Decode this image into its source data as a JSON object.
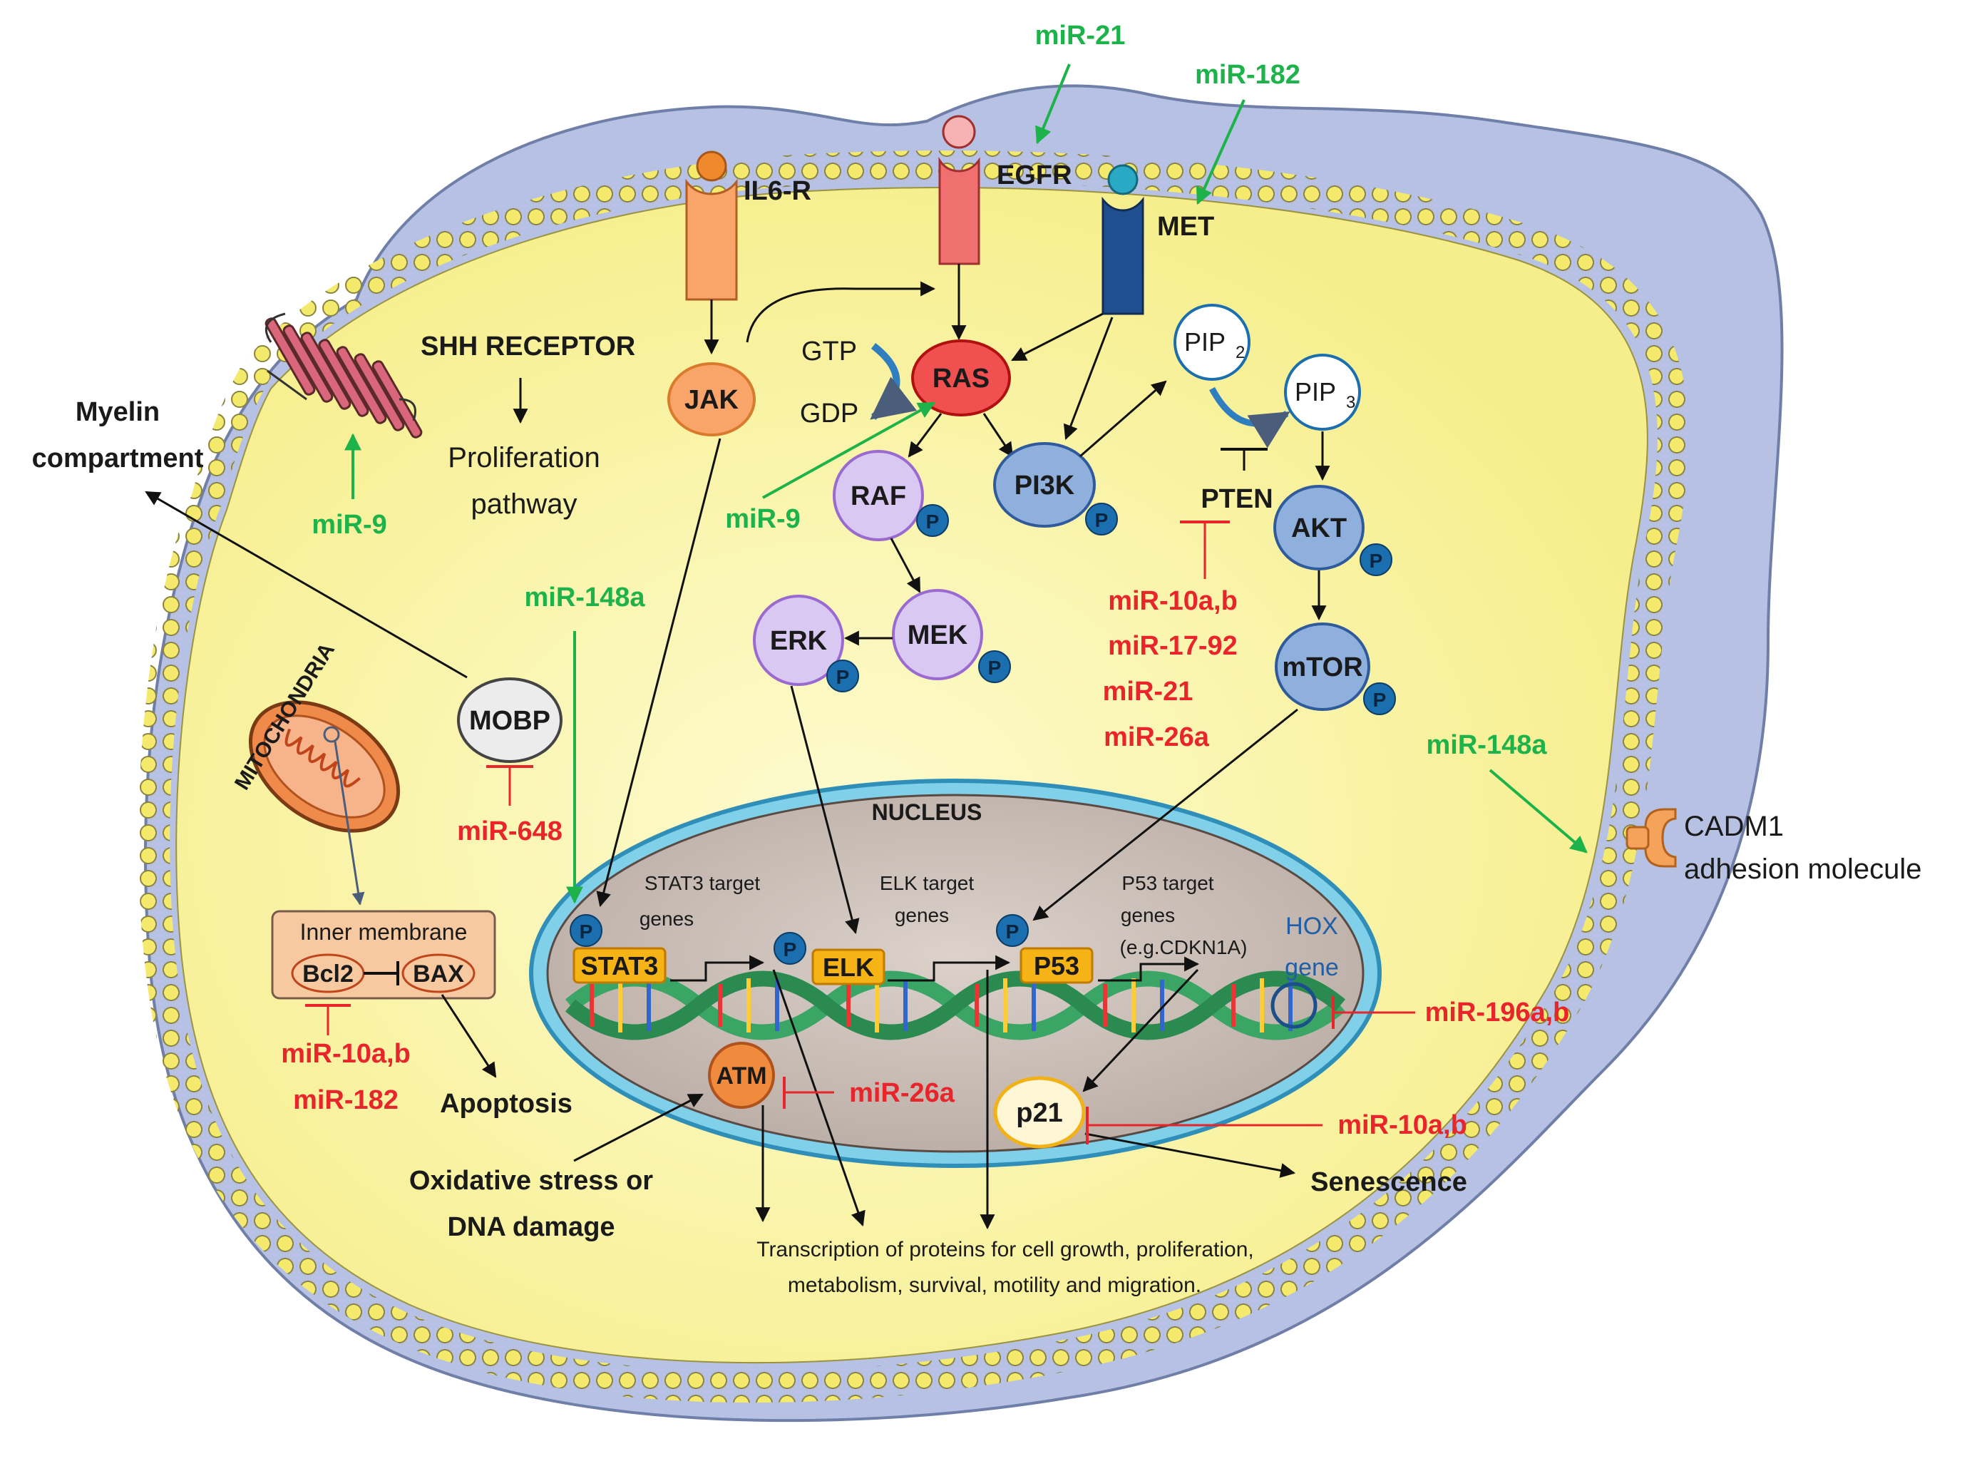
{
  "colors": {
    "mir_green": "#1db34a",
    "mir_red": "#e8252b",
    "membrane_outer": "#b7c1e3",
    "cytoplasm": "#fbf6a8",
    "nucleus": "#cbbfb7",
    "phospho": "#1b6fae",
    "ras": "#f26a6a",
    "mapk": "#d8c8f2",
    "pi3k": "#8fb0dc",
    "tf_box": "#f5b316"
  },
  "receptors": {
    "il6r": "IL6-R",
    "egfr": "EGFR",
    "met": "MET",
    "shh": "SHH RECEPTOR"
  },
  "nodes": {
    "jak": "JAK",
    "ras": "RAS",
    "raf": "RAF",
    "mek": "MEK",
    "erk": "ERK",
    "pi3k": "PI3K",
    "pip2_main": "PIP",
    "pip2_sub": "2",
    "pip3_main": "PIP",
    "pip3_sub": "3",
    "akt": "AKT",
    "mtor": "mTOR",
    "pten": "PTEN",
    "gtp": "GTP",
    "gdp": "GDP",
    "mobp": "MOBP",
    "atm": "ATM",
    "p21": "p21",
    "phospho": "P"
  },
  "labels": {
    "myelin_line1": "Myelin",
    "myelin_line2": "compartment",
    "prolif_line1": "Proliferation",
    "prolif_line2": "pathway",
    "mitochondria": "MITOCHONDRIA",
    "inner_membrane": "Inner membrane",
    "bcl2": "Bcl2",
    "bax": "BAX",
    "apoptosis": "Apoptosis",
    "oxidative_line1": "Oxidative stress or",
    "oxidative_line2": "DNA damage",
    "nucleus": "NUCLEUS",
    "stat3_target_line1": "STAT3 target",
    "stat3_target_line2": "genes",
    "elk_target_line1": "ELK target",
    "elk_target_line2": "genes",
    "p53_target_line1": "P53 target",
    "p53_target_line2": "genes",
    "p53_target_line3": "(e.g.CDKN1A)",
    "hox_line1": "HOX",
    "hox_line2": "gene",
    "senescence": "Senescence",
    "cadm1_line1": "CADM1",
    "cadm1_line2": "adhesion molecule",
    "transcription_line1": "Transcription of proteins for cell growth, proliferation,",
    "transcription_line2": "metabolism, survival, motility and migration."
  },
  "transcription_factors": {
    "stat3": "STAT3",
    "elk": "ELK",
    "p53": "P53"
  },
  "mirnas": {
    "mir21_top": "miR-21",
    "mir182_top": "miR-182",
    "mir9_shh": "miR-9",
    "mir9_ras": "miR-9",
    "mir148a_left": "miR-148a",
    "mir148a_right": "miR-148a",
    "pten_list": [
      "miR-10a,b",
      "miR-17-92",
      "miR-21",
      "miR-26a"
    ],
    "mir648": "miR-648",
    "bcl2_list": [
      "miR-10a,b",
      "miR-182"
    ],
    "mir26a_atm": "miR-26a",
    "mir196": "miR-196a,b",
    "mir10_p21": "miR-10a,b"
  }
}
